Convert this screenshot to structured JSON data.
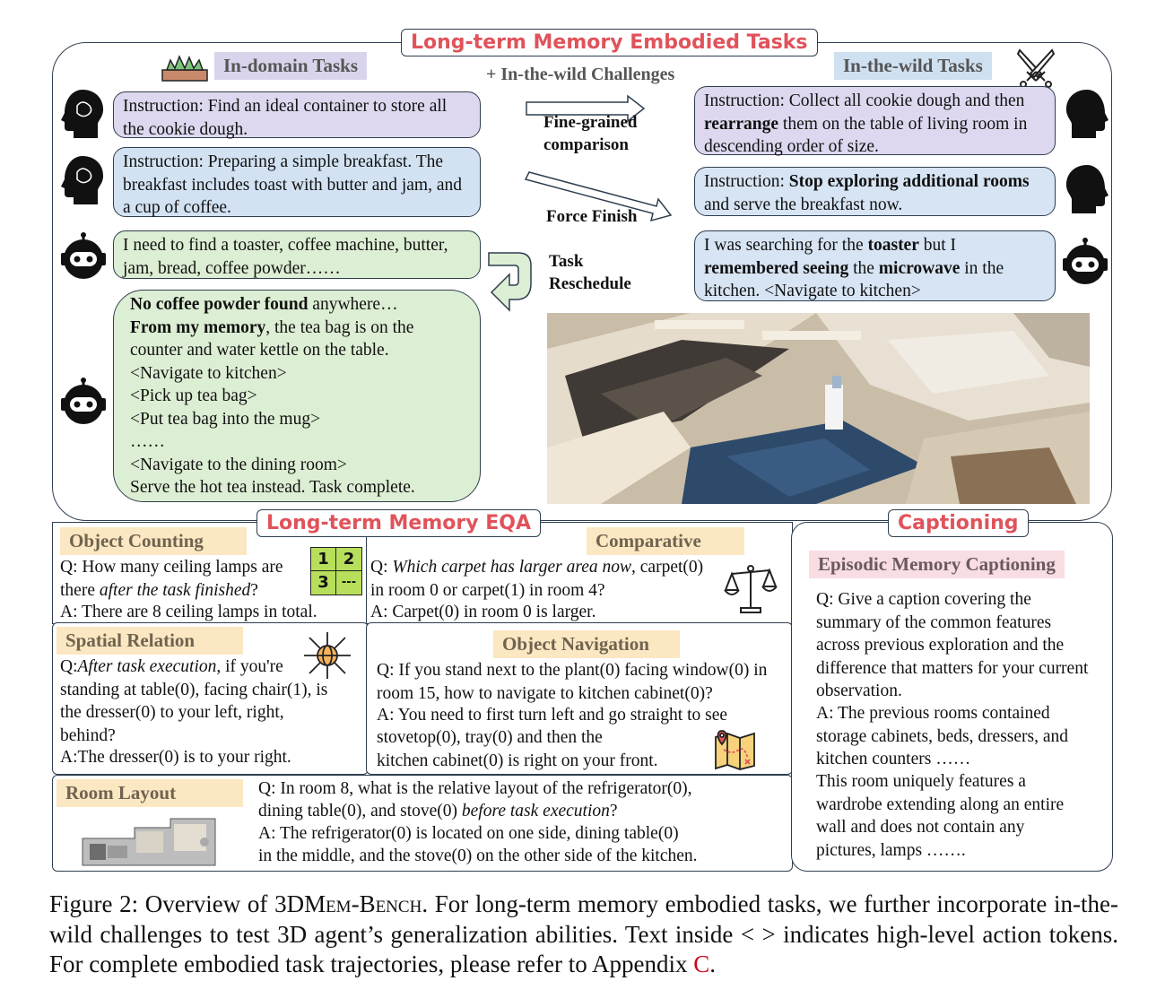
{
  "main_title": "Long-term Memory Embodied Tasks",
  "in_domain_tag": "In-domain Tasks",
  "in_wild_tag": "In-the-wild Tasks",
  "wild_challenges": "+ In-the-wild Challenges",
  "left_bubbles": {
    "b1": "Instruction: Find an ideal container to store all the cookie dough.",
    "b2": "Instruction: Preparing a simple breakfast. The breakfast includes toast with butter and jam, and a cup of coffee.",
    "b3": "I need to find a toaster, coffee machine, butter, jam, bread, coffee powder……",
    "b4": {
      "l1_bold": "No coffee powder found",
      "l1_rest": " anywhere…",
      "l2_bold": "From my memory",
      "l2_rest": ", the tea bag is on the counter and water kettle on the table.",
      "a1": "<Navigate to kitchen>",
      "a2": "<Pick up tea bag>",
      "a3": "<Put tea bag into the mug>",
      "dots": "……",
      "a4": "<Navigate to the dining room>",
      "end": "Serve the hot tea instead. Task complete."
    }
  },
  "arrows": {
    "fine_grained": "Fine-grained comparison",
    "force_finish": "Force Finish",
    "task_reschedule_1": "Task",
    "task_reschedule_2": "Reschedule"
  },
  "right_bubbles": {
    "b1_a": "Instruction: Collect all cookie dough and then ",
    "b1_bold": "rearrange",
    "b1_b": " them on the table of living room in descending order of size.",
    "b2_a": "Instruction: ",
    "b2_bold": "Stop exploring additional rooms",
    "b2_b": " and serve the breakfast now.",
    "b3_a": "I was searching for the ",
    "b3_bold1": "toaster",
    "b3_b": " but I ",
    "b3_bold2": "remembered seeing",
    "b3_c": " the ",
    "b3_bold3": "microwave",
    "b3_d": " in the kitchen.  <Navigate to kitchen>"
  },
  "eqa_title": "Long-term Memory EQA",
  "captioning_title": "Captioning",
  "object_counting": {
    "tag": "Object Counting",
    "q_a": "Q: How many ceiling lamps are there ",
    "q_italic": "after the task finished",
    "q_b": "?",
    "answer": "A: There are 8 ceiling lamps in total.",
    "grid": [
      "1",
      "2",
      "3",
      "---"
    ]
  },
  "comparative": {
    "tag": "Comparative",
    "q_a": "Q: ",
    "q_italic": "Which carpet has larger area now",
    "q_b": ", carpet(0) in room 0 or carpet(1) in room 4?",
    "answer": "A: Carpet(0) in room 0 is larger."
  },
  "spatial_relation": {
    "tag": "Spatial Relation",
    "q_a": "Q:",
    "q_italic": "After task execution",
    "q_b": ", if you're standing at table(0), facing chair(1), is the dresser(0) to your left, right, behind?",
    "answer": "A:The dresser(0) is to your right."
  },
  "object_navigation": {
    "tag": "Object Navigation",
    "question": "Q: If you stand next to the plant(0) facing window(0) in room 15, how to navigate to kitchen cabinet(0)?",
    "answer_1": "A: You need to first turn left and go straight to see",
    "answer_2": "stovetop(0), tray(0) and then the",
    "answer_3": "kitchen cabinet(0) is right on your front."
  },
  "room_layout": {
    "tag": "Room Layout",
    "q_l1": "Q: In room 8, what is the relative layout of the refrigerator(0),",
    "q_l2a": "dining table(0), and stove(0) ",
    "q_l2_italic": "before task execution",
    "q_l2b": "?",
    "a_l1": "A: The refrigerator(0) is located on one side, dining table(0)",
    "a_l2": "in the middle, and the stove(0) on the other side of the kitchen."
  },
  "episodic": {
    "tag": "Episodic Memory Captioning",
    "question": "Q: Give a caption covering the summary of the common features across previous exploration and the difference that matters for your current observation.",
    "answer_1": "A: The previous rooms contained storage cabinets, beds, dressers, and kitchen counters ……",
    "answer_2": "This room uniquely features a wardrobe extending along an entire wall and does not contain any pictures, lamps ……."
  },
  "caption": {
    "prefix": "Figure 2:  Overview of 3D",
    "sc1": "Mem",
    "dash": "-B",
    "sc2": "ench",
    "rest": ".  For long-term memory embodied tasks, we further incorporate in-the-wild challenges to test 3D agent’s generalization abilities. Text inside < > indicates high-level action tokens. For complete embodied task trajectories, please refer to Appendix ",
    "appendix": "C",
    "end": "."
  },
  "colors": {
    "title_red": "#e0535b",
    "purple": "#ddd8ef",
    "blue": "#d2e2f2",
    "green": "#dceed3",
    "yellow_tag": "#fbe7c1",
    "pink_tag": "#f8dde3",
    "link_red": "#d0021b"
  },
  "icons": [
    "plant-icon",
    "swords-icon",
    "human-head-icon",
    "robot-icon",
    "number-grid-icon",
    "balance-scale-icon",
    "compass-rose-icon",
    "map-icon",
    "floorplan-image",
    "house-render-image"
  ]
}
